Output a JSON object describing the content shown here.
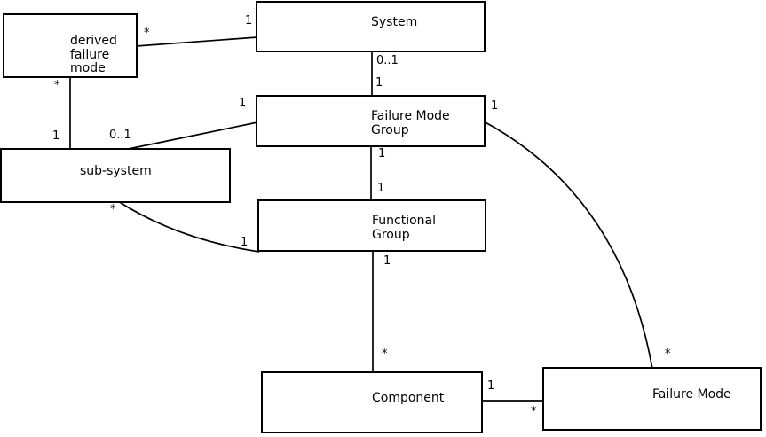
{
  "colors": {
    "background": "#ffffff",
    "line": "#000000",
    "box_fill": "#ffffff",
    "text": "#000000"
  },
  "nodes": {
    "derived_failure_mode": {
      "label": "derived\nfailure\nmode"
    },
    "system": {
      "label": "System"
    },
    "failure_mode_group": {
      "label": "Failure Mode\nGroup"
    },
    "sub_system": {
      "label": "sub-system"
    },
    "functional_group": {
      "label": "Functional\nGroup"
    },
    "component": {
      "label": "Component"
    },
    "failure_mode": {
      "label": "Failure Mode"
    }
  },
  "multiplicities": {
    "derived_to_system_source": "*",
    "derived_to_system_target": "1",
    "system_to_group_source": "0..1",
    "system_to_group_target": "1",
    "derived_to_subsystem_source": "*",
    "derived_to_subsystem_target": "1",
    "group_to_subsystem_source": "1",
    "group_to_subsystem_target": "0..1",
    "group_to_failuremode_source": "1",
    "group_to_failuremode_target": "*",
    "group_to_functional_source": "1",
    "group_to_functional_target": "1",
    "functional_to_component_source": "1",
    "functional_to_component_target": "*",
    "subsystem_to_functional_source": "*",
    "subsystem_to_functional_target": "1",
    "component_to_failuremode_source": "1",
    "component_to_failuremode_target": "*"
  }
}
